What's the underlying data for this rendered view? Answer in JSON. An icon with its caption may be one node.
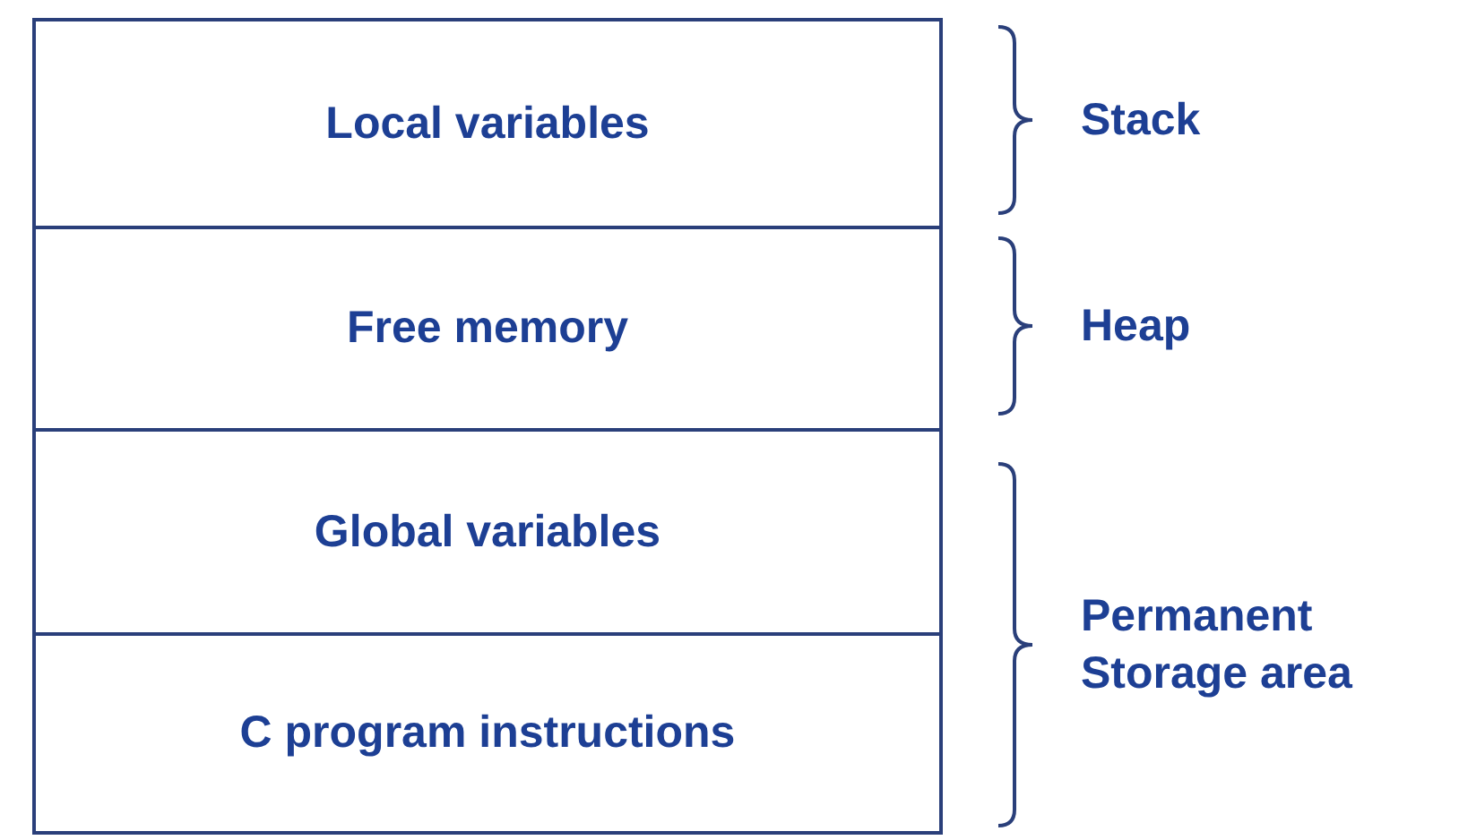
{
  "diagram": {
    "nodes": [
      {
        "text": [
          "Local variables"
        ]
      },
      {
        "text": [
          "Free memory"
        ]
      },
      {
        "text": [
          "Global variables"
        ]
      },
      {
        "text": [
          "C program instructions"
        ]
      }
    ],
    "labels": [
      "Stack",
      "Heap",
      "Permanent Storage area"
    ]
  }
}
